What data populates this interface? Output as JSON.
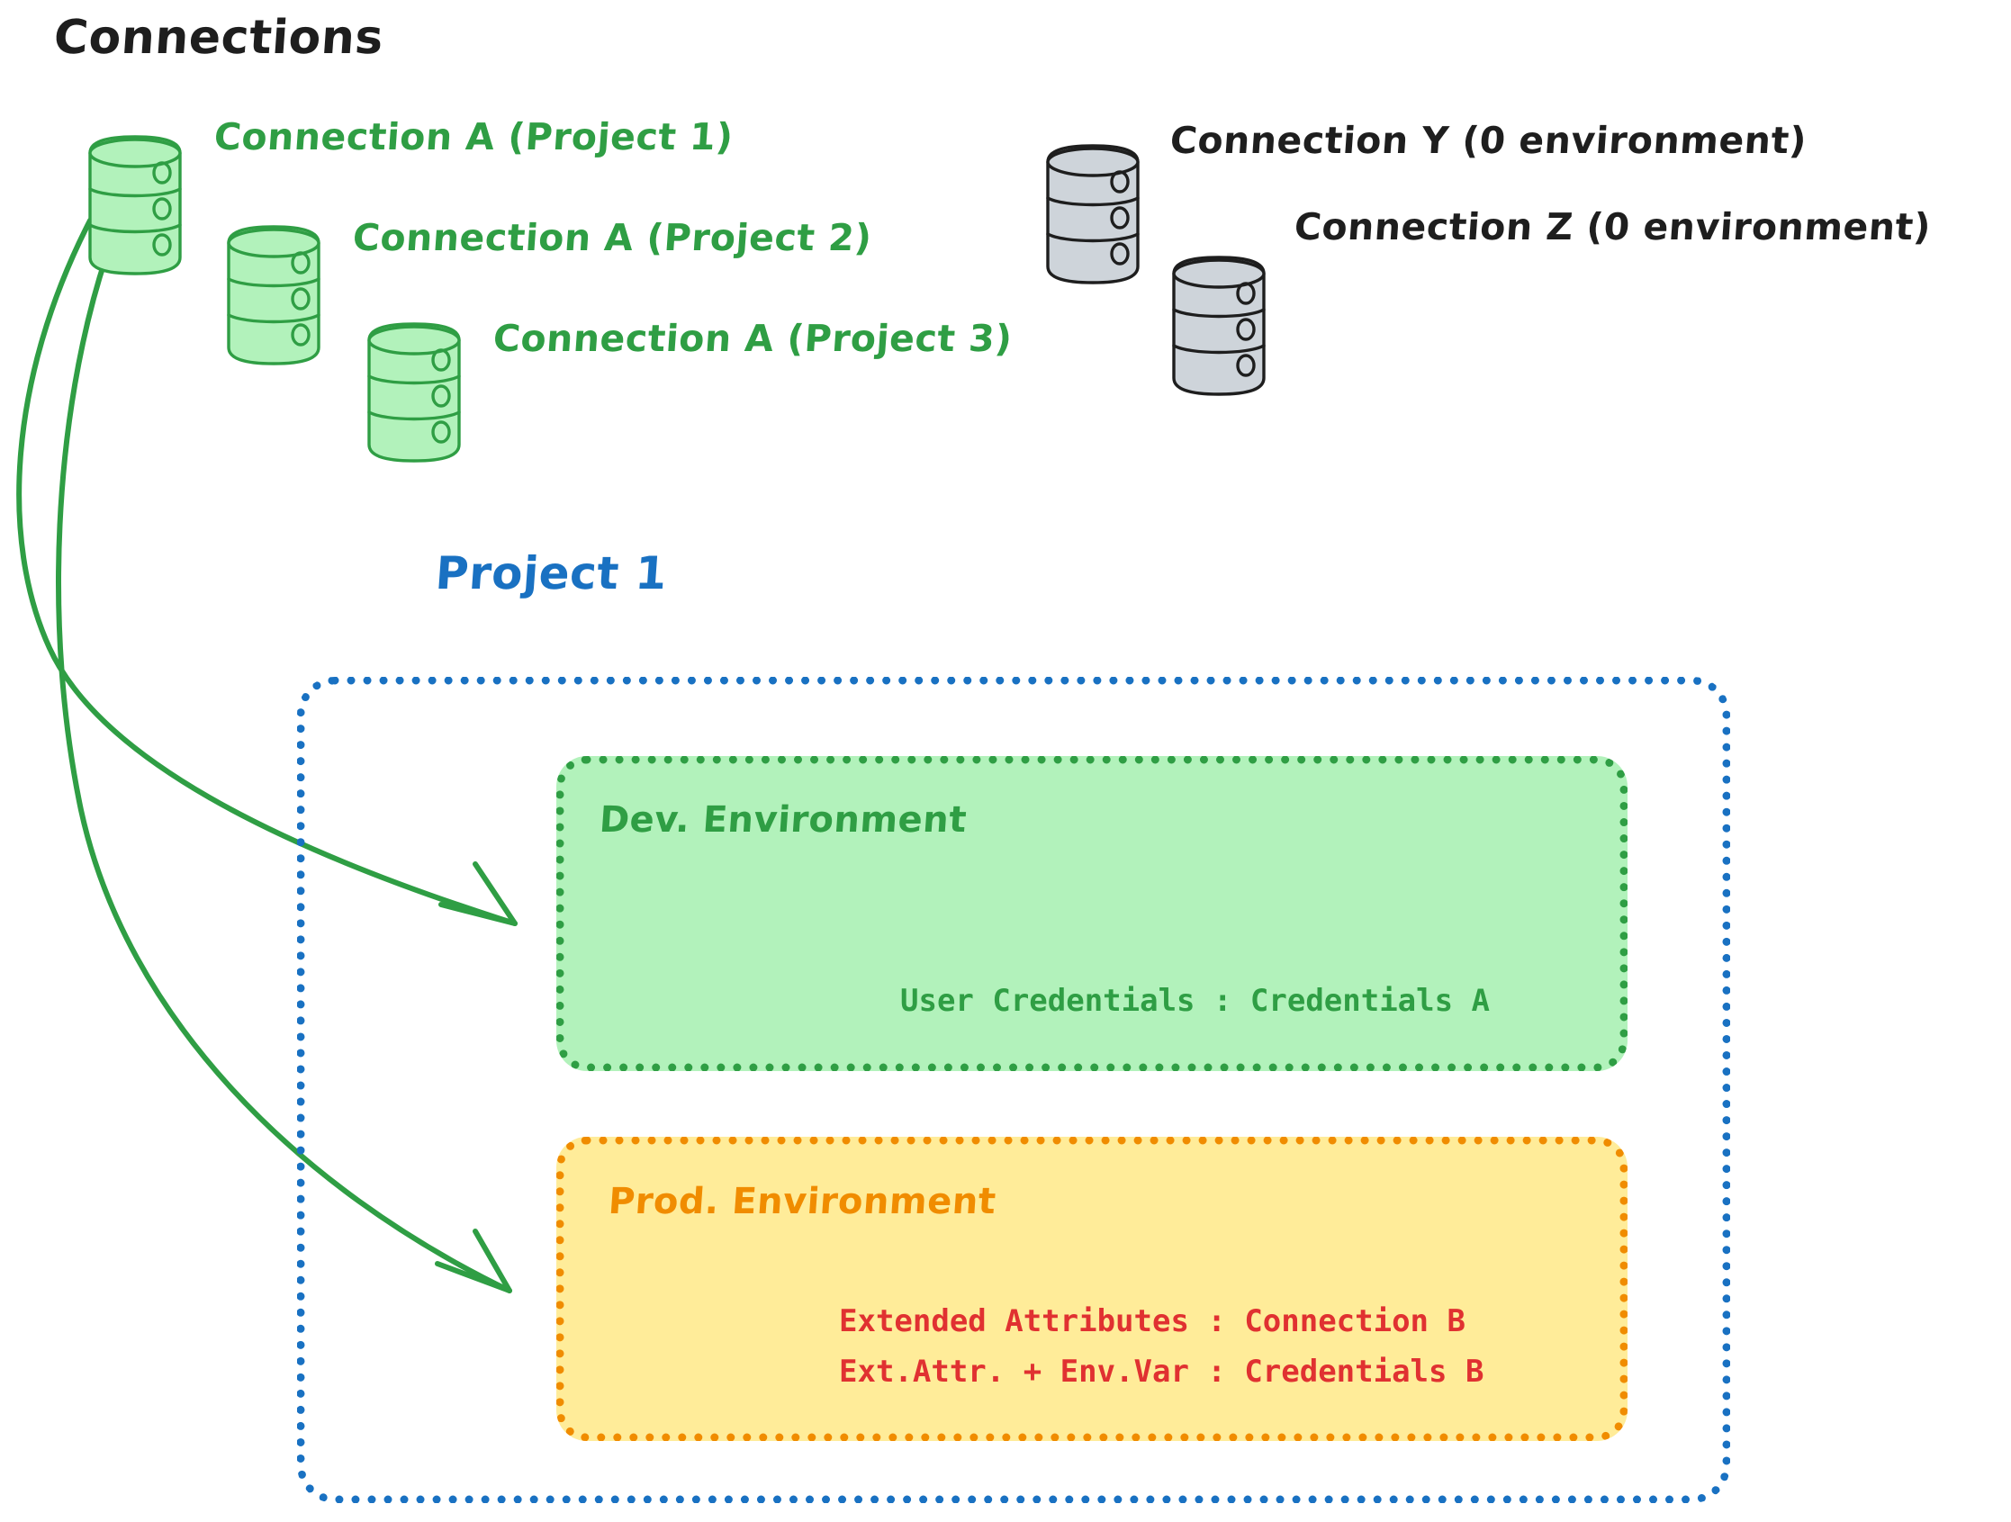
{
  "diagram": {
    "title": "Connections",
    "colors": {
      "green_stroke": "#2f9e44",
      "green_fill": "#b2f2bb",
      "orange_stroke": "#f08c00",
      "orange_fill": "#ffec99",
      "blue_stroke": "#1971c2",
      "red_text": "#e03131",
      "gray_fill": "#ced4da",
      "black_stroke": "#1e1e1e"
    },
    "connections": {
      "green": [
        {
          "icon": "database-icon",
          "label": "Connection A (Project 1)"
        },
        {
          "icon": "database-icon",
          "label": "Connection A (Project 2)"
        },
        {
          "icon": "database-icon",
          "label": "Connection A (Project 3)"
        }
      ],
      "gray": [
        {
          "icon": "database-icon",
          "label": "Connection Y (0 environment)"
        },
        {
          "icon": "database-icon",
          "label": "Connection Z (0 environment)"
        }
      ]
    },
    "project": {
      "title": "Project 1",
      "environments": [
        {
          "name": "Dev. Environment",
          "lines": [
            "User Credentials : Credentials A"
          ]
        },
        {
          "name": "Prod. Environment",
          "lines": [
            "Extended Attributes : Connection B",
            "Ext.Attr. + Env.Var : Credentials B"
          ]
        }
      ]
    },
    "arrows": [
      {
        "name": "arrow-conn-a-to-dev",
        "from": "Connection A (Project 1)",
        "to": "Dev. Environment"
      },
      {
        "name": "arrow-conn-a-to-prod",
        "from": "Connection A (Project 1)",
        "to": "Prod. Environment"
      }
    ]
  }
}
